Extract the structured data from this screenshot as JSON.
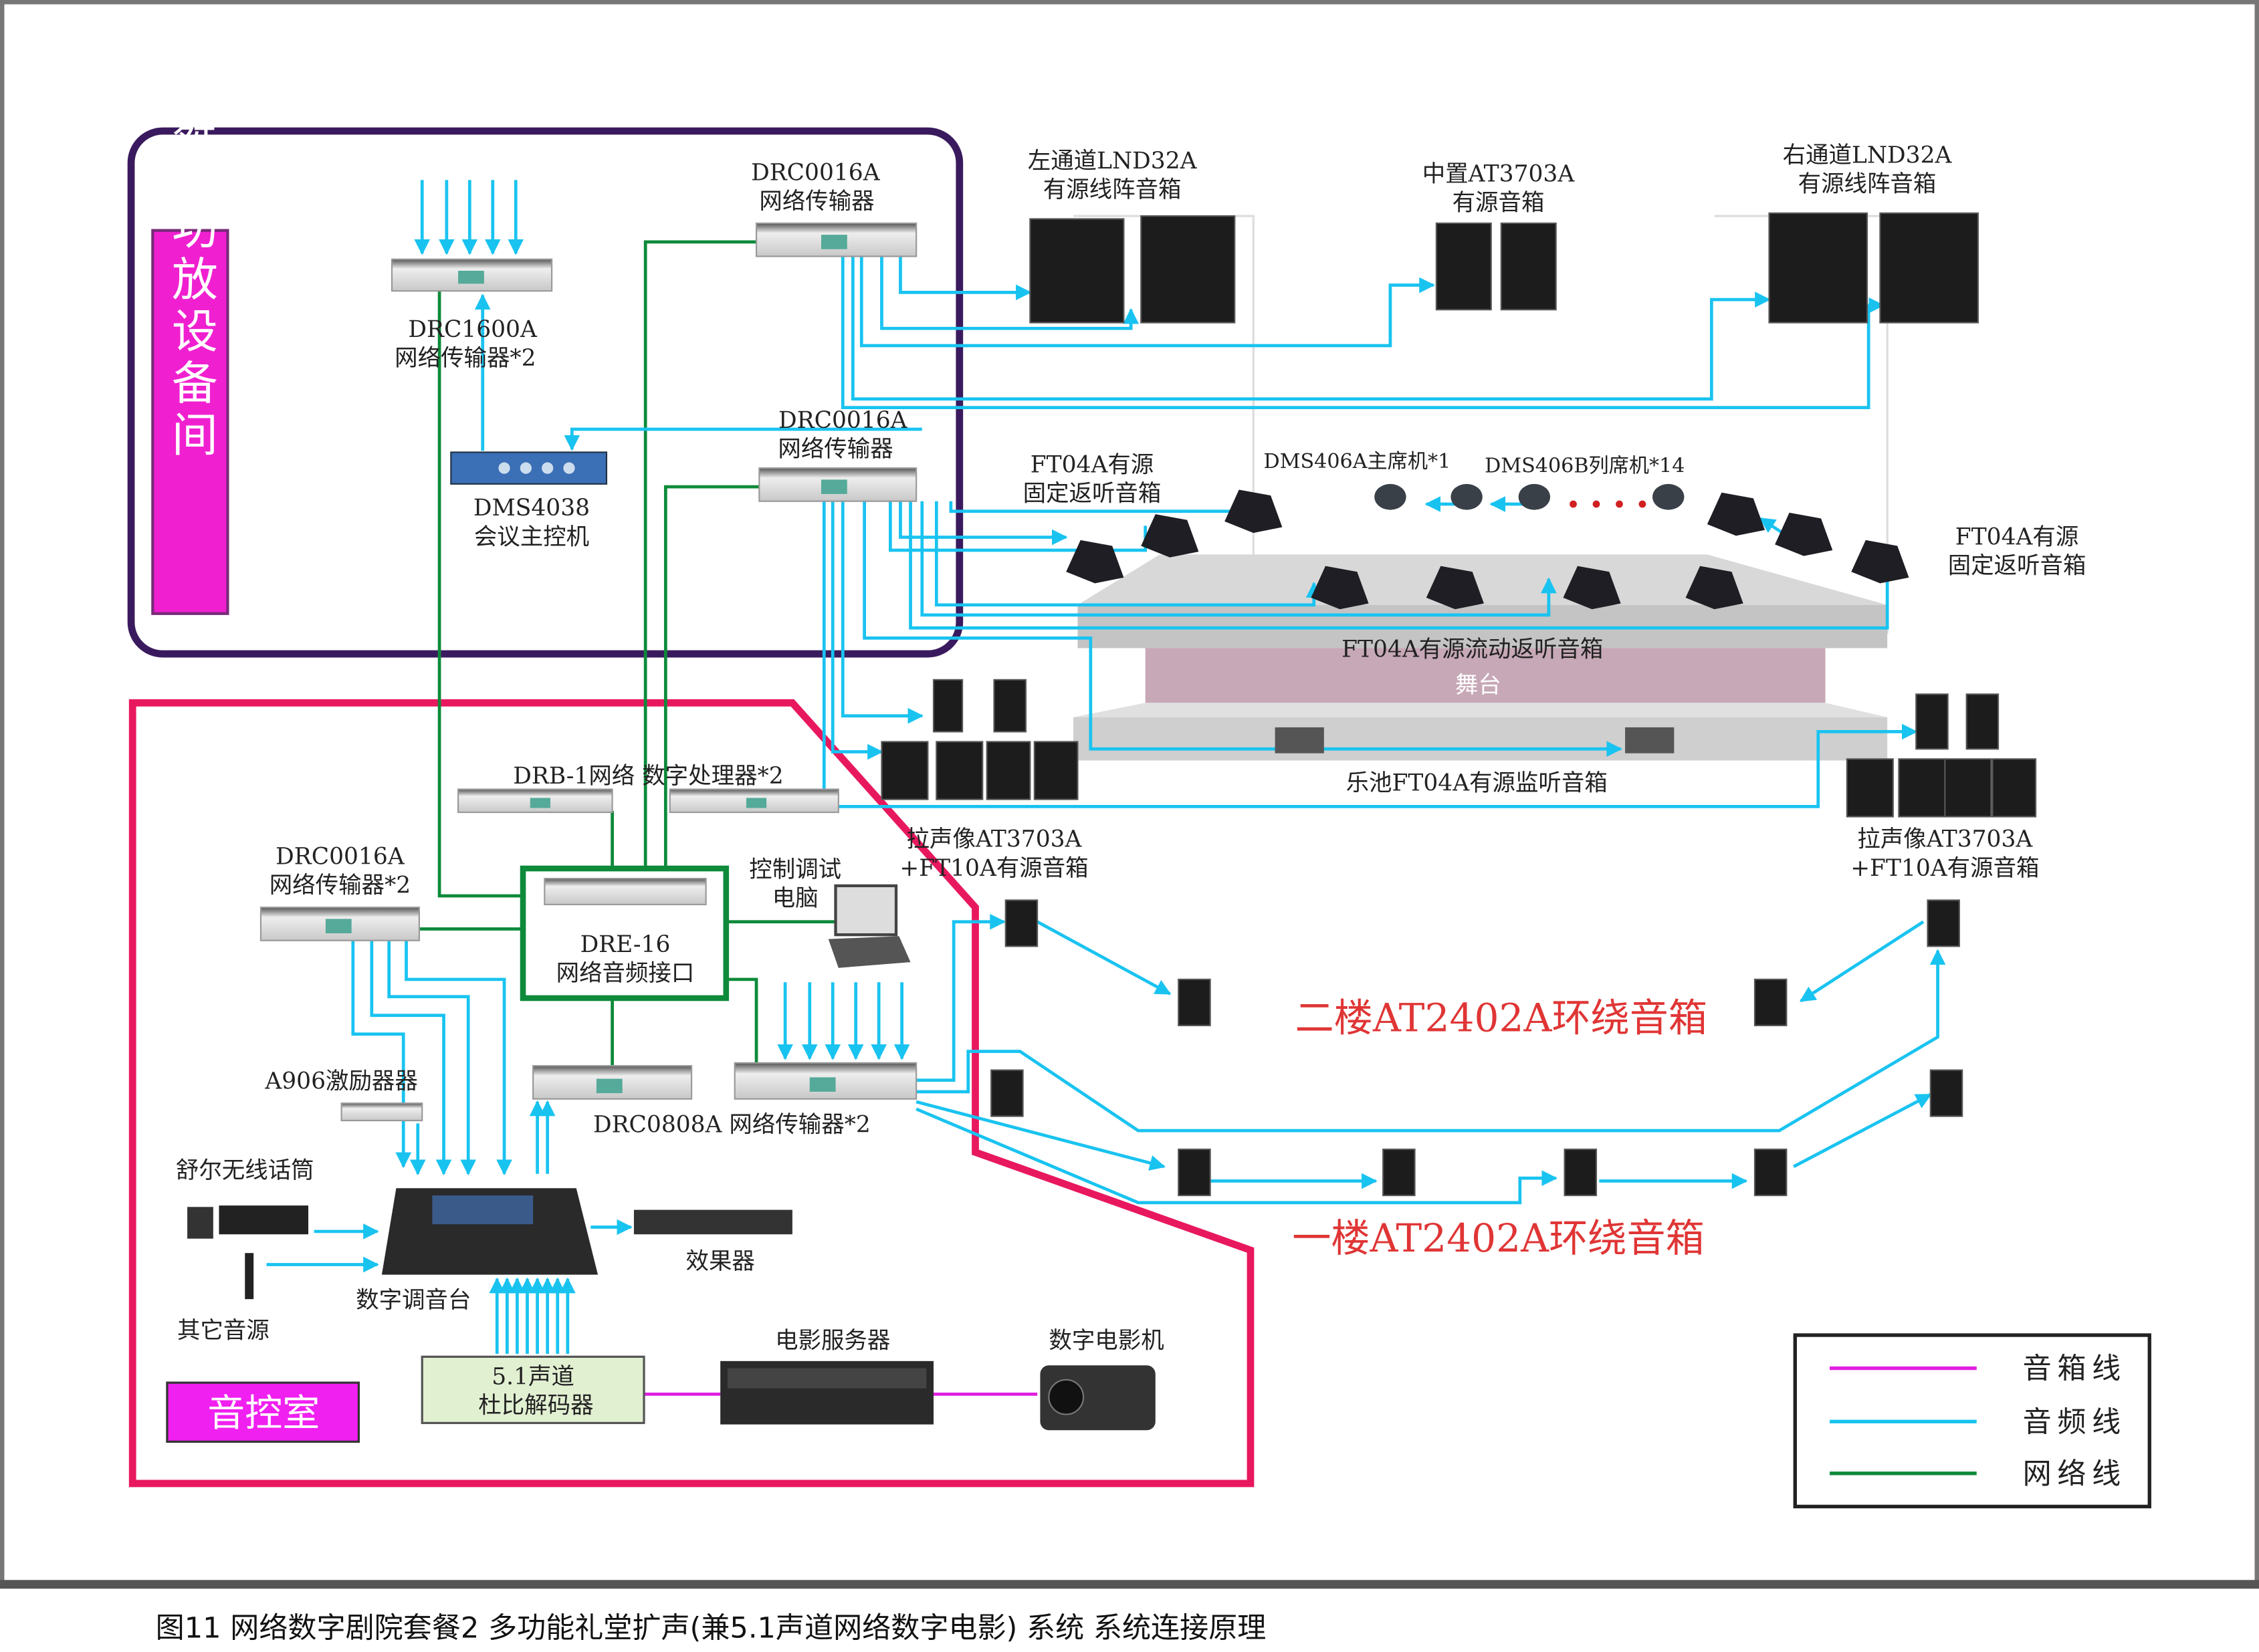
{
  "caption": "图11    网络数字剧院套餐2 多功能礼堂扩声(兼5.1声道网络数字电影) 系统  系统连接原理",
  "colors": {
    "speaker_line": "#e020e0",
    "audio_line": "#19c3f0",
    "network_line": "#0d8a3a",
    "stage_room_border": "#3a1a5e",
    "control_room_border": "#e8185f",
    "room_label_fill": "#f020d0",
    "surround_text": "#e03535"
  },
  "rooms": {
    "stage_amp_room": "舞台功放设备间",
    "control_room": "音控室"
  },
  "devices": {
    "drc0016a_top": {
      "model": "DRC0016A",
      "name": "网络传输器"
    },
    "drc1600a": {
      "model": "DRC1600A",
      "name": "网络传输器*2"
    },
    "dms4038": {
      "model": "DMS4038",
      "name": "会议主控机"
    },
    "drc0016a_mid": {
      "model": "DRC0016A",
      "name": "网络传输器"
    },
    "drb1": "DRB-1网络  数字处理器*2",
    "drc0016a_left": {
      "model": "DRC0016A",
      "name": "网络传输器*2"
    },
    "laptop": {
      "line1": "控制调试",
      "line2": "电脑"
    },
    "dre16": {
      "model": "DRE-16",
      "name": "网络音频接口"
    },
    "a906": "A906激励器器",
    "drc0808a": "DRC0808A  网络传输器*2",
    "shure_mic": "舒尔无线话筒",
    "effects": "效果器",
    "mixer": "数字调音台",
    "other_sources": "其它音源",
    "movie_server": "电影服务器",
    "cinema_projector": "数字电影机",
    "dolby": {
      "line1": "5.1声道",
      "line2": "杜比解码器"
    }
  },
  "speakers": {
    "left_array": {
      "line1": "左通道LND32A",
      "line2": "有源线阵音箱"
    },
    "center": {
      "line1": "中置AT3703A",
      "line2": "有源音箱"
    },
    "right_array": {
      "line1": "右通道LND32A",
      "line2": "有源线阵音箱"
    },
    "fixed_monitor_left": {
      "line1": "FT04A有源",
      "line2": "固定返听音箱"
    },
    "fixed_monitor_right": {
      "line1": "FT04A有源",
      "line2": "固定返听音箱"
    },
    "chairman": "DMS406A主席机*1",
    "delegate": "DMS406B列席机*14",
    "mobile_monitor": "FT04A有源流动返听音箱",
    "stage": "舞台",
    "pit_monitor": "乐池FT04A有源监听音箱",
    "pan_left": {
      "line1": "拉声像AT3703A",
      "line2": "+FT10A有源音箱"
    },
    "pan_right": {
      "line1": "拉声像AT3703A",
      "line2": "+FT10A有源音箱"
    },
    "surround_2f": "二楼AT2402A环绕音箱",
    "surround_1f": "一楼AT2402A环绕音箱"
  },
  "legend": [
    {
      "label": "音箱线",
      "color": "#e020e0"
    },
    {
      "label": "音频线",
      "color": "#19c3f0"
    },
    {
      "label": "网络线",
      "color": "#0d8a3a"
    }
  ]
}
